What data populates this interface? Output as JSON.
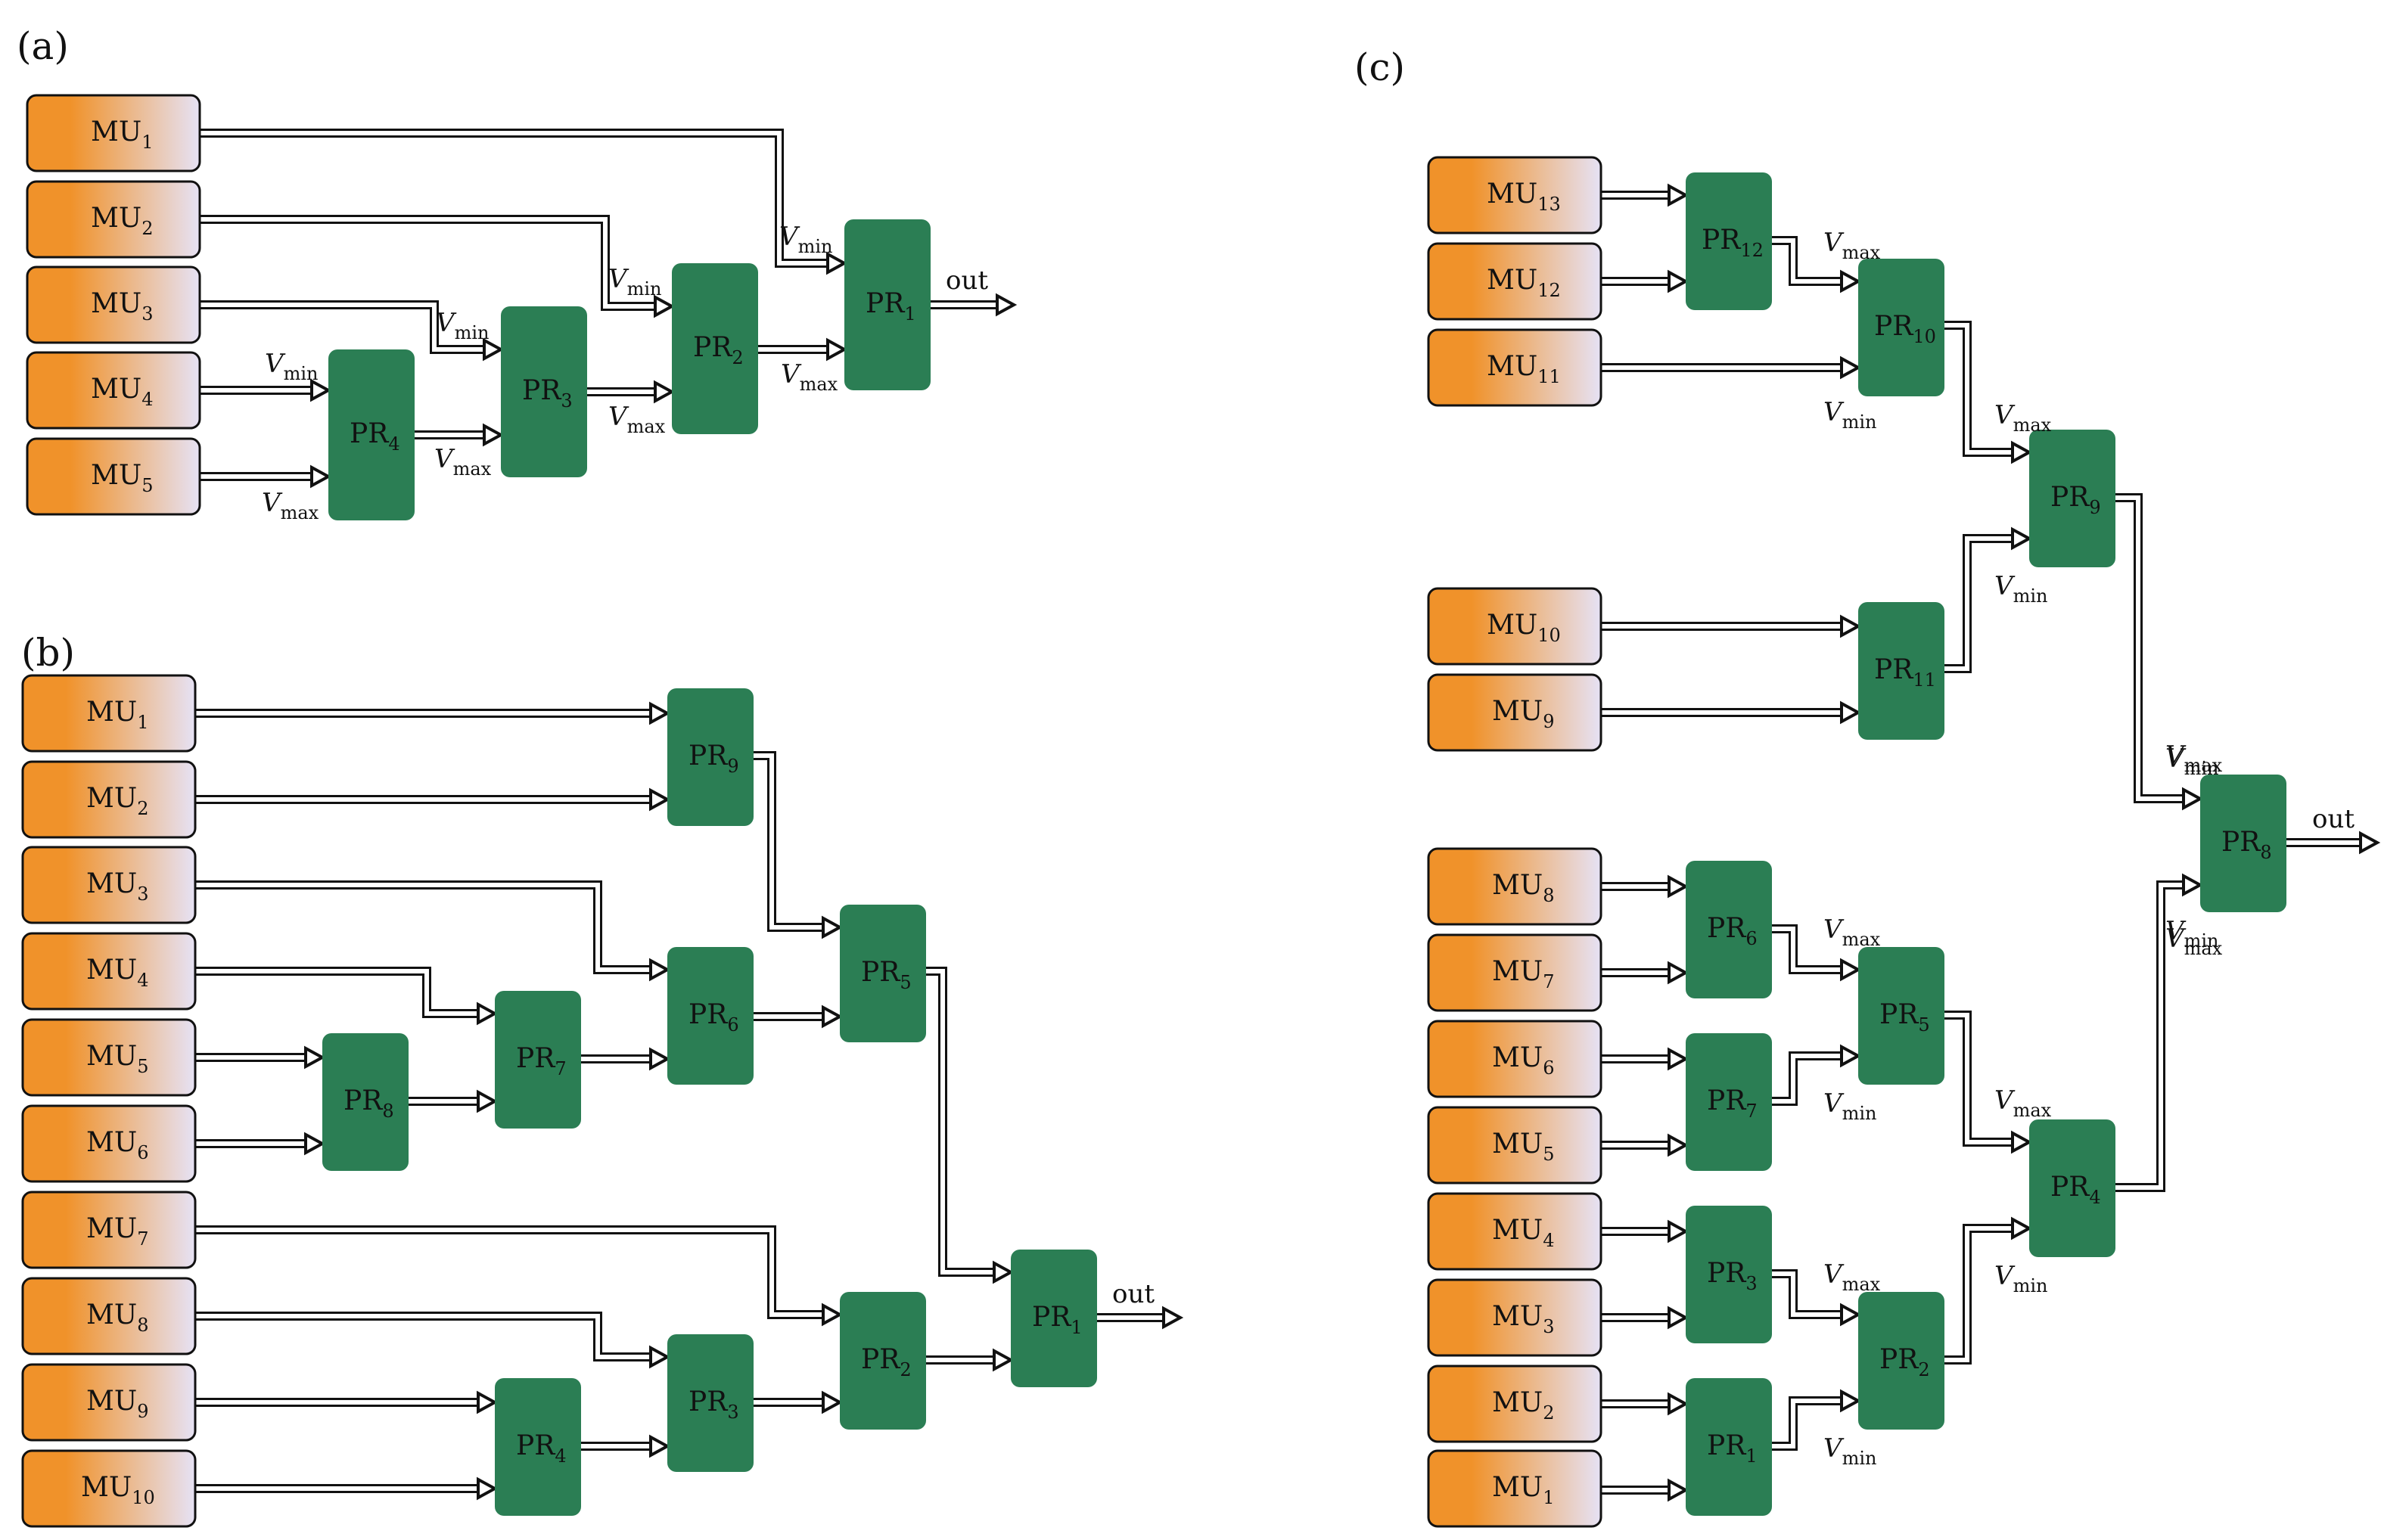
{
  "colors": {
    "mu_gradient_start": "#F0922A",
    "mu_gradient_end": "#E6E2F5",
    "pr_fill": "#2B7E54",
    "wire": "#111111"
  },
  "panels": [
    {
      "label": "(a)",
      "mu_boxes": [
        {
          "text": "MU",
          "sub": "1"
        },
        {
          "text": "MU",
          "sub": "2"
        },
        {
          "text": "MU",
          "sub": "3"
        },
        {
          "text": "MU",
          "sub": "4"
        },
        {
          "text": "MU",
          "sub": "5"
        }
      ],
      "pr_boxes": [
        {
          "text": "PR",
          "sub": "4"
        },
        {
          "text": "PR",
          "sub": "3"
        },
        {
          "text": "PR",
          "sub": "2"
        },
        {
          "text": "PR",
          "sub": "1"
        }
      ],
      "edge_labels": [
        {
          "v": "V",
          "sub": "min"
        },
        {
          "v": "V",
          "sub": "max"
        },
        {
          "v": "V",
          "sub": "min"
        },
        {
          "v": "V",
          "sub": "max"
        },
        {
          "v": "V",
          "sub": "min"
        },
        {
          "v": "V",
          "sub": "max"
        },
        {
          "v": "V",
          "sub": "min"
        },
        {
          "v": "V",
          "sub": "max"
        }
      ],
      "output_label": "out"
    },
    {
      "label": "(b)",
      "mu_boxes": [
        {
          "text": "MU",
          "sub": "1"
        },
        {
          "text": "MU",
          "sub": "2"
        },
        {
          "text": "MU",
          "sub": "3"
        },
        {
          "text": "MU",
          "sub": "4"
        },
        {
          "text": "MU",
          "sub": "5"
        },
        {
          "text": "MU",
          "sub": "6"
        },
        {
          "text": "MU",
          "sub": "7"
        },
        {
          "text": "MU",
          "sub": "8"
        },
        {
          "text": "MU",
          "sub": "9"
        },
        {
          "text": "MU",
          "sub": "10"
        }
      ],
      "pr_boxes": [
        {
          "text": "PR",
          "sub": "9"
        },
        {
          "text": "PR",
          "sub": "5"
        },
        {
          "text": "PR",
          "sub": "6"
        },
        {
          "text": "PR",
          "sub": "7"
        },
        {
          "text": "PR",
          "sub": "8"
        },
        {
          "text": "PR",
          "sub": "1"
        },
        {
          "text": "PR",
          "sub": "2"
        },
        {
          "text": "PR",
          "sub": "3"
        },
        {
          "text": "PR",
          "sub": "4"
        }
      ],
      "output_label": "out"
    },
    {
      "label": "(c)",
      "mu_boxes": [
        {
          "text": "MU",
          "sub": "13"
        },
        {
          "text": "MU",
          "sub": "12"
        },
        {
          "text": "MU",
          "sub": "11"
        },
        {
          "text": "MU",
          "sub": "10"
        },
        {
          "text": "MU",
          "sub": "9"
        },
        {
          "text": "MU",
          "sub": "8"
        },
        {
          "text": "MU",
          "sub": "7"
        },
        {
          "text": "MU",
          "sub": "6"
        },
        {
          "text": "MU",
          "sub": "5"
        },
        {
          "text": "MU",
          "sub": "4"
        },
        {
          "text": "MU",
          "sub": "3"
        },
        {
          "text": "MU",
          "sub": "2"
        },
        {
          "text": "MU",
          "sub": "1"
        }
      ],
      "pr_boxes": [
        {
          "text": "PR",
          "sub": "12"
        },
        {
          "text": "PR",
          "sub": "10"
        },
        {
          "text": "PR",
          "sub": "9"
        },
        {
          "text": "PR",
          "sub": "11"
        },
        {
          "text": "PR",
          "sub": "8"
        },
        {
          "text": "PR",
          "sub": "6"
        },
        {
          "text": "PR",
          "sub": "5"
        },
        {
          "text": "PR",
          "sub": "7"
        },
        {
          "text": "PR",
          "sub": "4"
        },
        {
          "text": "PR",
          "sub": "3"
        },
        {
          "text": "PR",
          "sub": "2"
        },
        {
          "text": "PR",
          "sub": "1"
        }
      ],
      "edge_labels": [
        {
          "v": "V",
          "sub": "max"
        },
        {
          "v": "V",
          "sub": "min"
        },
        {
          "v": "V",
          "sub": "max"
        },
        {
          "v": "V",
          "sub": "min"
        },
        {
          "v": "V",
          "sub": "max"
        },
        {
          "v": "V",
          "sub": "min"
        },
        {
          "v": "V",
          "sub": "max"
        },
        {
          "v": "V",
          "sub": "min"
        },
        {
          "v": "V",
          "sub": "max"
        },
        {
          "v": "V",
          "sub": "min"
        },
        {
          "v": "V",
          "sub": "max"
        },
        {
          "v": "V",
          "sub": "min"
        },
        {
          "v": "V",
          "sub": "max"
        },
        {
          "v": "V",
          "sub": "min"
        }
      ],
      "output_label": "out"
    }
  ]
}
